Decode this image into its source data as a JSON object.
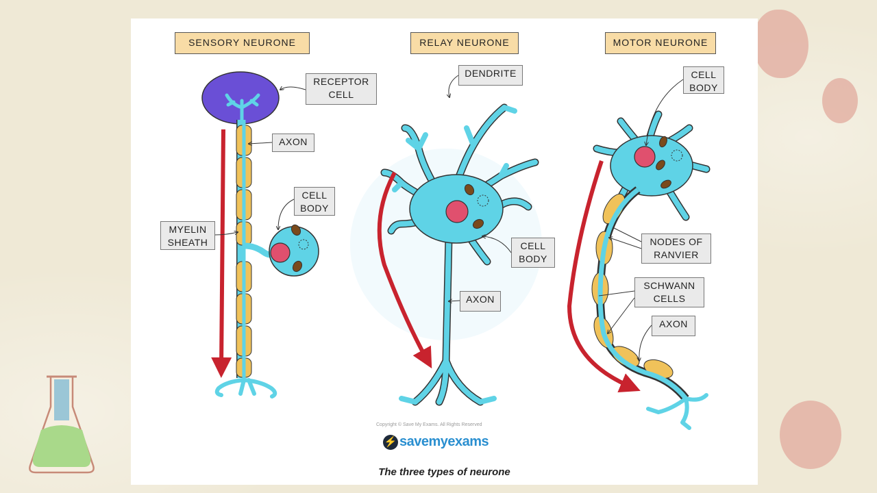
{
  "titles": {
    "sensory": "SENSORY NEURONE",
    "relay": "RELAY NEURONE",
    "motor": "MOTOR NEURONE"
  },
  "labels": {
    "receptor_cell": "RECEPTOR\nCELL",
    "sensory_axon": "AXON",
    "sensory_cell_body": "CELL\nBODY",
    "myelin_sheath": "MYELIN\nSHEATH",
    "dendrite": "DENDRITE",
    "relay_cell_body": "CELL\nBODY",
    "relay_axon": "AXON",
    "motor_cell_body": "CELL\nBODY",
    "nodes_of_ranvier": "NODES OF\nRANVIER",
    "schwann_cells": "SCHWANN\nCELLS",
    "motor_axon": "AXON"
  },
  "copyright": "Copyright © Save My Exams. All Rights Reserved",
  "logo_text": "savemyexams",
  "caption": "The three types of neurone",
  "colors": {
    "neuron": "#5fd3e6",
    "nucleus": "#e0506e",
    "myelin": "#f0c25a",
    "receptor": "#6a4fd6",
    "arrow": "#c8232e",
    "title_bg": "#f8dca6"
  }
}
